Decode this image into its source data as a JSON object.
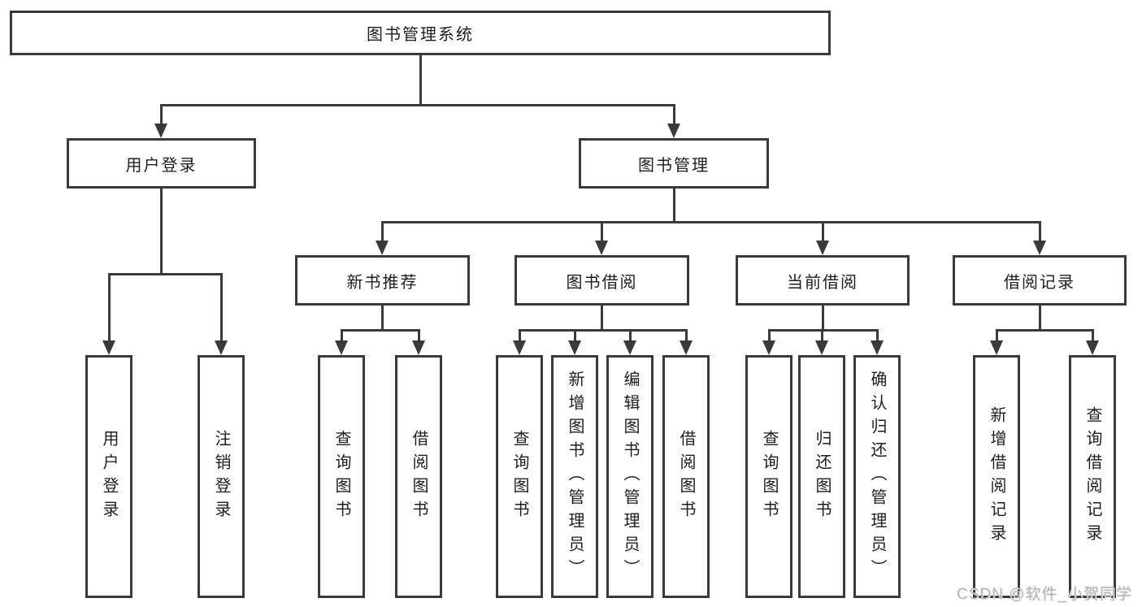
{
  "tree": {
    "label": "图书管理系统",
    "children": [
      {
        "label": "用户登录",
        "children": [
          {
            "label": "用户登录"
          },
          {
            "label": "注销登录"
          }
        ]
      },
      {
        "label": "图书管理",
        "children": [
          {
            "label": "新书推荐",
            "children": [
              {
                "label": "查询图书"
              },
              {
                "label": "借阅图书"
              }
            ]
          },
          {
            "label": "图书借阅",
            "children": [
              {
                "label": "查询图书"
              },
              {
                "label": "新增图书（管理员）"
              },
              {
                "label": "编辑图书（管理员）"
              },
              {
                "label": "借阅图书"
              }
            ]
          },
          {
            "label": "当前借阅",
            "children": [
              {
                "label": "查询图书"
              },
              {
                "label": "归还图书"
              },
              {
                "label": "确认归还（管理员）"
              }
            ]
          },
          {
            "label": "借阅记录",
            "children": [
              {
                "label": "新增借阅记录"
              },
              {
                "label": "查询借阅记录"
              }
            ]
          }
        ]
      }
    ]
  },
  "watermark": "CSDN @软件_小贺同学",
  "colors": {
    "line": "#3a3a3a",
    "text": "#1e1e1e",
    "background": "#ffffff",
    "watermark": "#b5b5b5"
  }
}
